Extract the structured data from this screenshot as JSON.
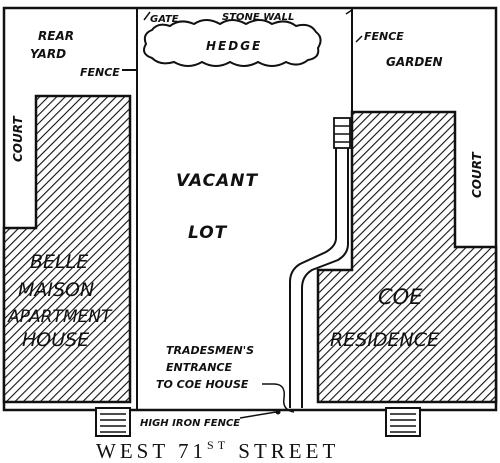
{
  "labels": {
    "rear_yard_line1": "REAR",
    "rear_yard_line2": "YARD",
    "fence_left": "FENCE",
    "gate": "GATE",
    "stone_wall": "STONE WALL",
    "hedge": "HEDGE",
    "fence_right": "FENCE",
    "garden": "GARDEN",
    "court_left": "COURT",
    "court_right": "COURT",
    "vacant": "VACANT",
    "lot": "LOT",
    "belle_1": "BELLE",
    "belle_2": "MAISON",
    "belle_3": "APARTMENT",
    "belle_4": "HOUSE",
    "coe_1": "COE",
    "coe_2": "RESIDENCE",
    "trades_1": "TRADESMEN'S",
    "trades_2": "ENTRANCE",
    "trades_3": "TO COE HOUSE",
    "high_iron_fence": "HIGH IRON FENCE",
    "street_main": "WEST  71",
    "street_sup": "ST",
    "street_end": " STREET"
  }
}
